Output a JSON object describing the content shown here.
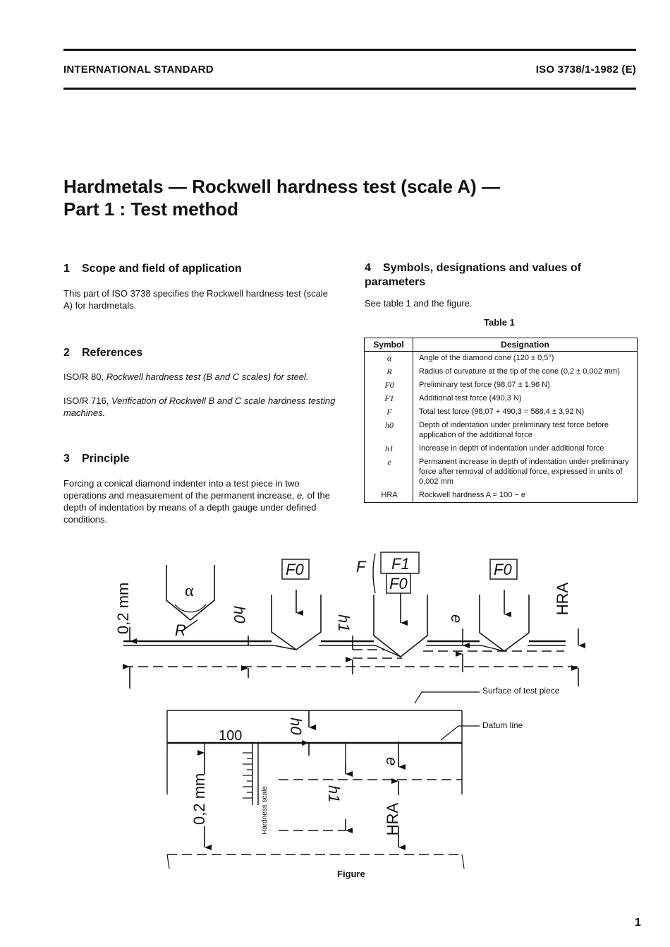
{
  "header": {
    "left": "INTERNATIONAL STANDARD",
    "right": "ISO 3738/1-1982 (E)"
  },
  "title": {
    "line1": "Hardmetals — Rockwell hardness test (scale A) —",
    "line2": "Part 1 : Test method"
  },
  "sections": {
    "s1": {
      "num": "1",
      "heading": "Scope and field of application",
      "text": "This part of ISO 3738 specifies the Rockwell hardness test (scale A) for hardmetals."
    },
    "s2": {
      "num": "2",
      "heading": "References",
      "ref1_code": "ISO/R 80,",
      "ref1_title": "Rockwell hardness test (B and C scales) for steel.",
      "ref2_code": "ISO/R 716,",
      "ref2_title": "Verification of Rockwell B and C scale hardness testing machines."
    },
    "s3": {
      "num": "3",
      "heading": "Principle",
      "text_a": "Forcing a conical diamond indenter into a test piece in two operations and measurement of the permanent increase,",
      "text_e": "e,",
      "text_b": "of the depth of indentation by means of a depth gauge under defined conditions."
    },
    "s4": {
      "num": "4",
      "heading": "Symbols, designations and values of parameters",
      "text": "See table 1 and the figure."
    }
  },
  "table1": {
    "caption": "Table 1",
    "col_symbol": "Symbol",
    "col_designation": "Designation",
    "rows": [
      {
        "symbol": "α",
        "designation": "Angle of the diamond cone (120 ± 0,5°)"
      },
      {
        "symbol": "R",
        "designation": "Radius of curvature at the tip of the cone (0,2 ± 0,002 mm)"
      },
      {
        "symbol": "F0",
        "designation": "Preliminary test force (98,07 ± 1,96 N)"
      },
      {
        "symbol": "F1",
        "designation": "Additional test force (490,3 N)"
      },
      {
        "symbol": "F",
        "designation": "Total test force (98,07 + 490,3 = 588,4 ± 3,92 N)"
      },
      {
        "symbol": "h0",
        "designation": "Depth of indentation under preliminary test force before application of the additional force"
      },
      {
        "symbol": "h1",
        "designation": "Increase in depth of indentation under additional force"
      },
      {
        "symbol": "e",
        "designation": "Permanent increase in depth of indentation under preliminary force after removal of additional force, expressed in units of 0,002 mm"
      },
      {
        "symbol": "HRA",
        "designation": "Rockwell hardness A = 100 − e"
      }
    ]
  },
  "figure": {
    "caption": "Figure",
    "label_02mm": "0,2 mm",
    "label_alpha": "α",
    "label_R": "R",
    "label_h0": "h0",
    "label_h1": "h1",
    "label_e": "e",
    "label_HRA": "HRA",
    "label_F": "F",
    "label_F0": "F0",
    "label_F1": "F1",
    "label_100": "100",
    "label_hardness_scale": "Hardness scale",
    "label_surface": "Surface of test piece",
    "label_datum": "Datum line"
  },
  "page_number": "1"
}
